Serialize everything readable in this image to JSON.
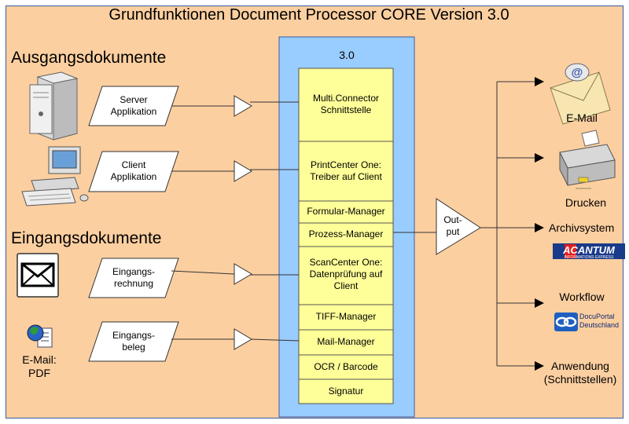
{
  "title": "Grundfunktionen Document Processor CORE Version 3.0",
  "left": {
    "outgoing_heading": "Ausgangsdokumente",
    "incoming_heading": "Eingangsdokumente",
    "inputs": [
      {
        "line1": "Server",
        "line2": "Applikation"
      },
      {
        "line1": "Client",
        "line2": "Applikation"
      },
      {
        "line1": "Eingangs-",
        "line2": "rechnung"
      },
      {
        "line1": "Eingangs-",
        "line2": "beleg"
      }
    ],
    "pdf_label_1": "E-Mail:",
    "pdf_label_2": "PDF"
  },
  "core": {
    "version": "3.0",
    "modules": [
      {
        "lines": [
          "Multi.Connector",
          "Schnittstelle"
        ]
      },
      {
        "lines": [
          "PrintCenter One:",
          "Treiber auf Client"
        ]
      },
      {
        "lines": [
          "Formular-Manager"
        ]
      },
      {
        "lines": [
          "Prozess-Manager"
        ]
      },
      {
        "lines": [
          "ScanCenter One:",
          "Datenprüfung auf",
          "Client"
        ]
      },
      {
        "lines": [
          "TIFF-Manager"
        ]
      },
      {
        "lines": [
          "Mail-Manager"
        ]
      },
      {
        "lines": [
          "OCR / Barcode"
        ]
      },
      {
        "lines": [
          "Signatur"
        ]
      }
    ]
  },
  "output": {
    "line1": "Out-",
    "line2": "put"
  },
  "targets": {
    "email": "E-Mail",
    "print": "Drucken",
    "archive": "Archivsystem",
    "archive_logo": "ACANTUM",
    "archive_logo_sub": "INFORMATIONS EXPRESS",
    "workflow": "Workflow",
    "workflow_logo_1": "DocuPortal",
    "workflow_logo_2": "Deutschland",
    "app_line1": "Anwendung",
    "app_line2": "(Schnittstellen)"
  }
}
